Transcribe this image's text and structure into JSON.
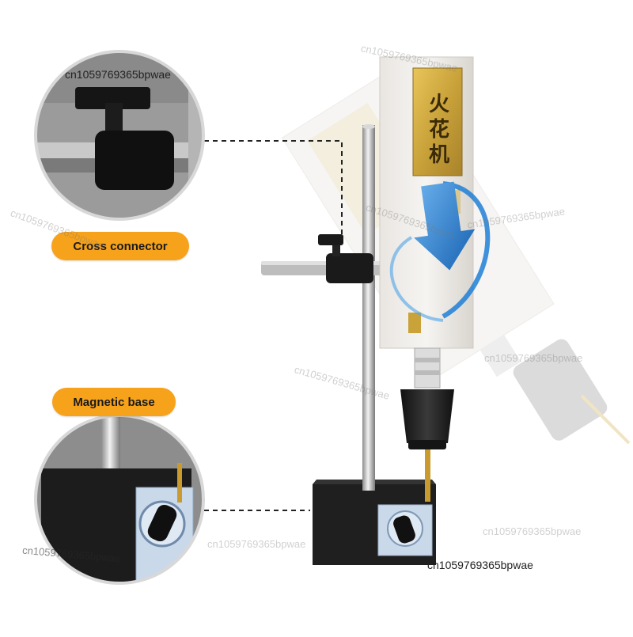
{
  "labels": {
    "cross_connector": "Cross connector",
    "magnetic_base": "Magnetic base"
  },
  "product_plate": {
    "title": "火花机"
  },
  "watermarks": {
    "main": "cn1059769365bpwae",
    "short": "cn1059769365bpwa"
  },
  "colors": {
    "label_bg": "#f7a21b",
    "arrow_blue": "#1e7fd6",
    "plate_gold": "#c9a23a",
    "base_black": "#1f1f1f",
    "dial_blue": "#cfe0f2"
  }
}
